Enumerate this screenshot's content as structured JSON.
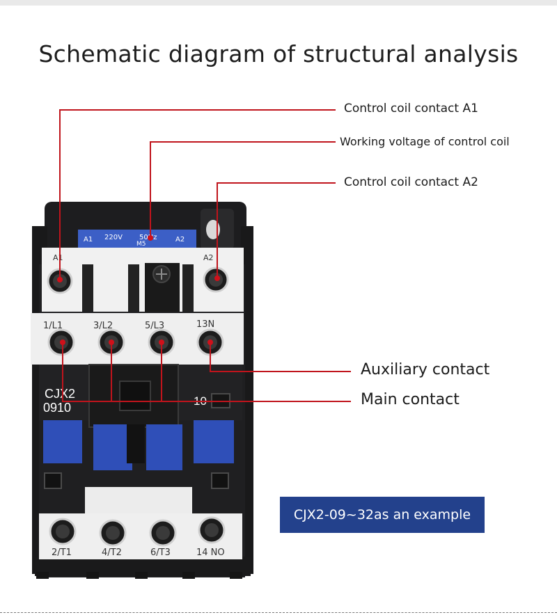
{
  "title": "Schematic diagram of structural analysis",
  "callouts": {
    "coil_a1": "Control coil contact A1",
    "coil_voltage": "Working voltage of control coil",
    "coil_a2": "Control coil contact A2",
    "auxiliary": "Auxiliary contact",
    "main": "Main contact"
  },
  "device": {
    "label_strip": {
      "a1": "A1",
      "voltage": "220V",
      "freq": "50Hz",
      "model_code": "M5",
      "a2": "A2"
    },
    "coil_terminals": {
      "a1": "A1",
      "a2": "A2"
    },
    "top_terminals": [
      "1/L1",
      "3/L2",
      "5/L3",
      "13N"
    ],
    "model_line1": "CJX2",
    "model_line2": "0910",
    "aux_code": "10",
    "bottom_terminals": [
      "2/T1",
      "4/T2",
      "6/T3",
      "14 NO"
    ]
  },
  "example_label": "CJX2-09~32as an example",
  "colors": {
    "accent": "#23418c",
    "leader": "#c0141c",
    "module_blue": "#2f4fb8"
  }
}
